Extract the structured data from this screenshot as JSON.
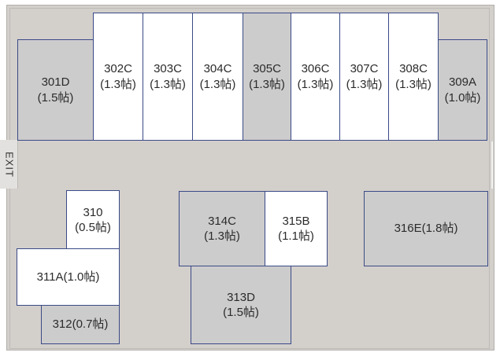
{
  "exit_label": "EXIT",
  "colors": {
    "background": "#d3cfcb",
    "occupied_fill": "#cdcccc",
    "available_fill": "#ffffff",
    "border": "#3a4a86"
  },
  "rooms": {
    "r301D": {
      "line1": "301D",
      "line2": "(1.5帖)",
      "fill": "gray"
    },
    "r302C": {
      "line1": "302C",
      "line2": "(1.3帖)",
      "fill": "white"
    },
    "r303C": {
      "line1": "303C",
      "line2": "(1.3帖)",
      "fill": "white"
    },
    "r304C": {
      "line1": "304C",
      "line2": "(1.3帖)",
      "fill": "white"
    },
    "r305C": {
      "line1": "305C",
      "line2": "(1.3帖)",
      "fill": "gray"
    },
    "r306C": {
      "line1": "306C",
      "line2": "(1.3帖)",
      "fill": "white"
    },
    "r307C": {
      "line1": "307C",
      "line2": "(1.3帖)",
      "fill": "white"
    },
    "r308C": {
      "line1": "308C",
      "line2": "(1.3帖)",
      "fill": "white"
    },
    "r309A": {
      "line1": "309A",
      "line2": "(1.0帖)",
      "fill": "gray"
    },
    "r310": {
      "line1": "310",
      "line2": "(0.5帖)",
      "fill": "white"
    },
    "r311A": {
      "line1": "311A(1.0帖)",
      "fill": "white"
    },
    "r312": {
      "line1": "312(0.7帖)",
      "fill": "gray"
    },
    "r313D": {
      "line1": "313D",
      "line2": "(1.5帖)",
      "fill": "gray"
    },
    "r314C": {
      "line1": "314C",
      "line2": "(1.3帖)",
      "fill": "gray"
    },
    "r315B": {
      "line1": "315B",
      "line2": "(1.1帖)",
      "fill": "white"
    },
    "r316E": {
      "line1": "316E(1.8帖)",
      "fill": "gray"
    }
  }
}
